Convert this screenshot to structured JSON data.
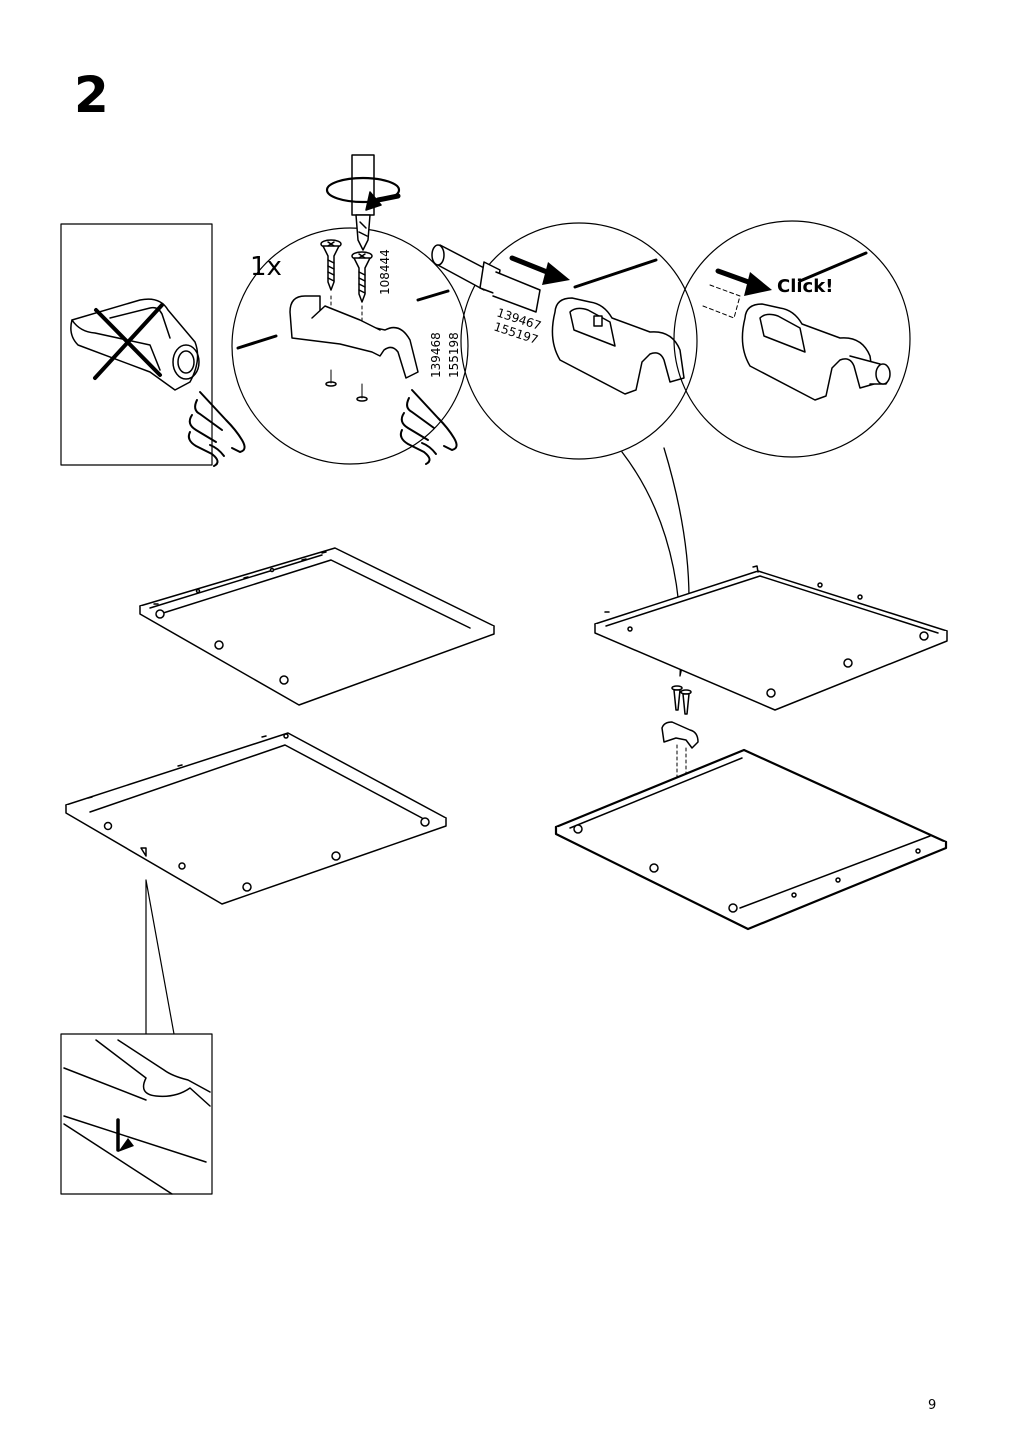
{
  "step": {
    "number": "2"
  },
  "quantity": {
    "label": "1x"
  },
  "parts": {
    "screw_code": "108444",
    "clip_code_a": "139468",
    "clip_code_b": "155198",
    "pin_code_a": "139467",
    "pin_code_b": "155197"
  },
  "click_label": "Click!",
  "page": {
    "number": "9"
  },
  "icons": [
    "screwdriver-icon",
    "rotation-arrow-icon",
    "screw-icon",
    "push-arrow-icon",
    "hand-pointer-icon",
    "cross-out-icon"
  ],
  "colors": {
    "ink": "#000000",
    "paper": "#ffffff"
  }
}
